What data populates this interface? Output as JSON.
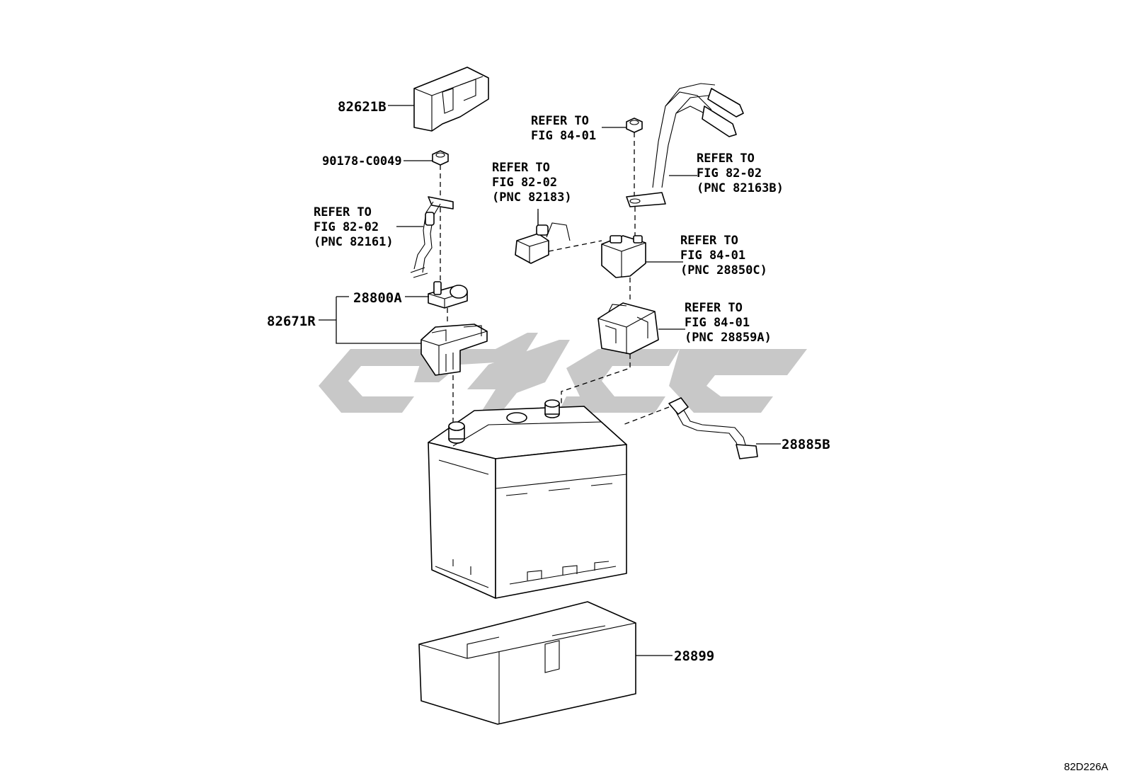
{
  "labels": {
    "p82621B": "82621B",
    "p90178": "90178-C0049",
    "refer_left": [
      "REFER TO",
      "FIG 82-02",
      "(PNC 82161)"
    ],
    "p28800A": "28800A",
    "p82671R": "82671R",
    "refer_top_mid": [
      "REFER TO",
      "FIG 84-01"
    ],
    "refer_mid_left": [
      "REFER TO",
      "FIG 82-02",
      "(PNC 82183)"
    ],
    "refer_right_top": [
      "REFER TO",
      "FIG 82-02",
      "(PNC 82163B)"
    ],
    "refer_right_mid": [
      "REFER TO",
      "FIG 84-01",
      "(PNC 28850C)"
    ],
    "refer_right_low": [
      "REFER TO",
      "FIG 84-01",
      "(PNC 28859A)"
    ],
    "p28885B": "28885B",
    "p28899": "28899",
    "figure_code": "82D226A"
  },
  "colors": {
    "line": "#000000",
    "background": "#ffffff",
    "watermark": "#c8c8c8"
  }
}
